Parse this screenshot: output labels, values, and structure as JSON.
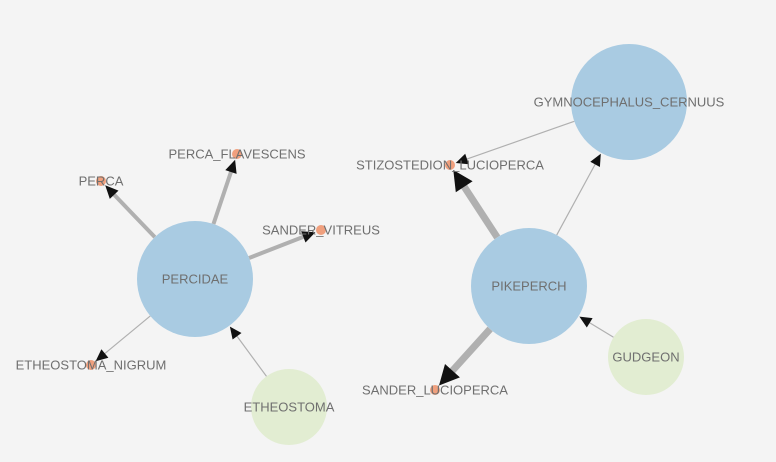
{
  "graph": {
    "colors": {
      "background": "#f4f4f4",
      "hub": "#a9cbe2",
      "source": "#e2edd2",
      "leaf": "#f0a07e",
      "edge": "#b0b0b0",
      "arrow": "#111111",
      "label": "#6f6f6f"
    },
    "nodes": {
      "percidae": {
        "label": "PERCIDAE",
        "kind": "hub"
      },
      "perca": {
        "label": "PERCA",
        "kind": "leaf"
      },
      "perca_flavescens": {
        "label": "PERCA_FLAVESCENS",
        "kind": "leaf"
      },
      "sander_vitreus": {
        "label": "SANDER_VITREUS",
        "kind": "leaf"
      },
      "etheostoma_nigrum": {
        "label": "ETHEOSTOMA_NIGRUM",
        "kind": "leaf"
      },
      "etheostoma": {
        "label": "ETHEOSTOMA",
        "kind": "source"
      },
      "gymnocephalus_cernuus": {
        "label": "GYMNOCEPHALUS_CERNUUS",
        "kind": "hub"
      },
      "stizostedion_lucioperca": {
        "label": "STIZOSTEDION_LUCIOPERCA",
        "kind": "leaf"
      },
      "pikeperch": {
        "label": "PIKEPERCH",
        "kind": "hub"
      },
      "sander_lucioperca": {
        "label": "SANDER_LUCIOPERCA",
        "kind": "leaf"
      },
      "gudgeon": {
        "label": "GUDGEON",
        "kind": "source"
      }
    },
    "edges": [
      {
        "from": "percidae",
        "to": "perca",
        "weight": 2
      },
      {
        "from": "percidae",
        "to": "perca_flavescens",
        "weight": 2
      },
      {
        "from": "percidae",
        "to": "sander_vitreus",
        "weight": 2
      },
      {
        "from": "percidae",
        "to": "etheostoma_nigrum",
        "weight": 1
      },
      {
        "from": "etheostoma",
        "to": "percidae",
        "weight": 1
      },
      {
        "from": "gymnocephalus_cernuus",
        "to": "stizostedion_lucioperca",
        "weight": 1
      },
      {
        "from": "pikeperch",
        "to": "stizostedion_lucioperca",
        "weight": 3
      },
      {
        "from": "pikeperch",
        "to": "gymnocephalus_cernuus",
        "weight": 1
      },
      {
        "from": "pikeperch",
        "to": "sander_lucioperca",
        "weight": 3
      },
      {
        "from": "gudgeon",
        "to": "pikeperch",
        "weight": 1
      }
    ]
  }
}
